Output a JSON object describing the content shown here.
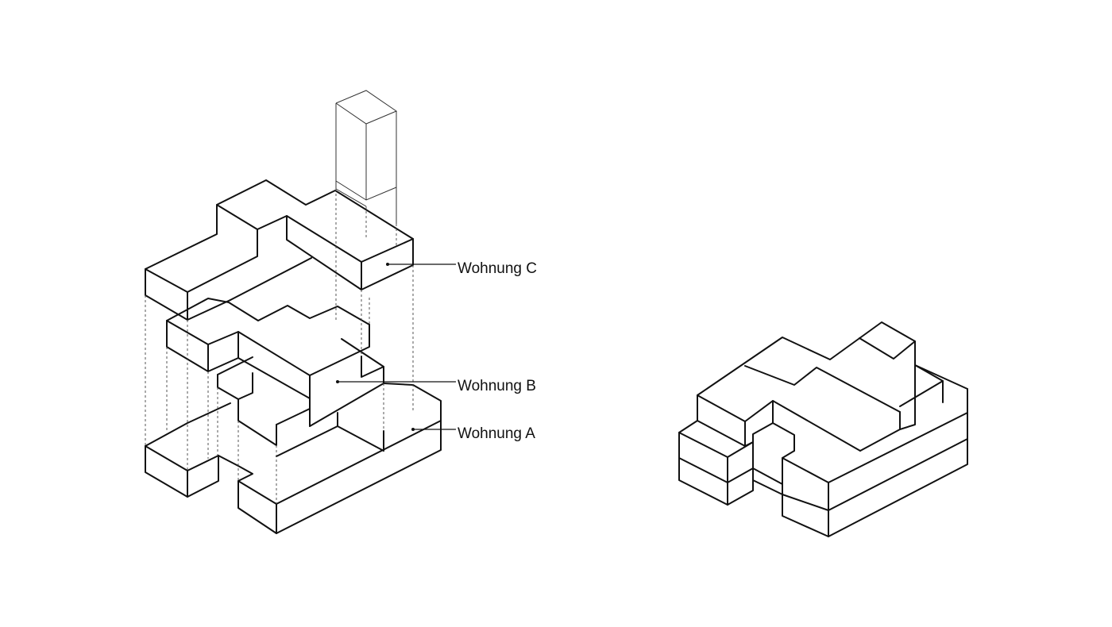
{
  "labels": {
    "wohnung_c": "Wohnung C",
    "wohnung_b": "Wohnung B",
    "wohnung_a": "Wohnung A"
  },
  "colors": {
    "line": "#111111",
    "background": "#ffffff"
  }
}
